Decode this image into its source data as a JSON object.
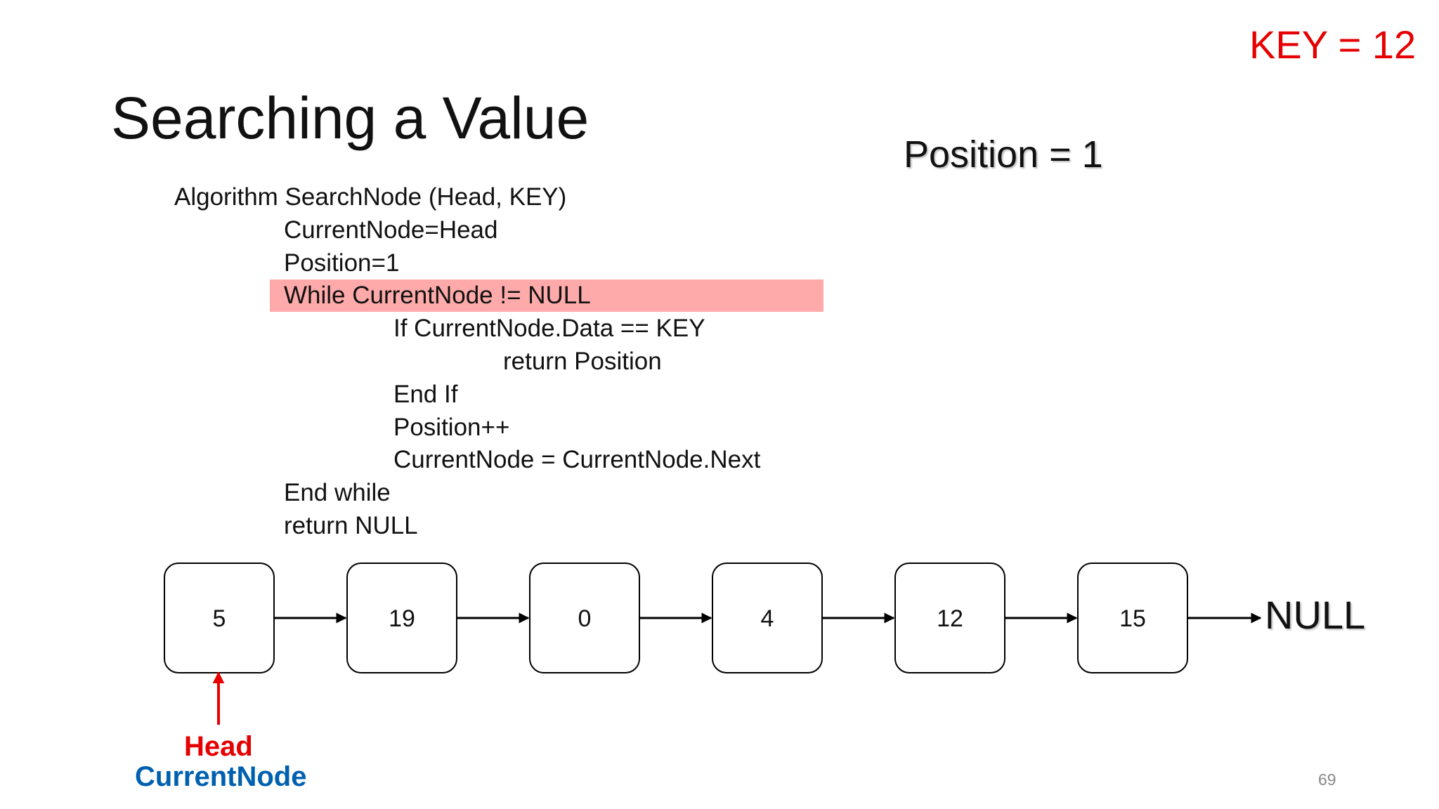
{
  "slide": {
    "title": "Searching a Value",
    "key_text": "KEY = 12",
    "position_text": "Position = 1",
    "page_number": "69"
  },
  "algorithm": {
    "lines": [
      {
        "text": "Algorithm SearchNode (Head, KEY)",
        "indent": 0,
        "highlight": false
      },
      {
        "text": "CurrentNode=Head",
        "indent": 1,
        "highlight": false
      },
      {
        "text": "Position=1",
        "indent": 1,
        "highlight": false
      },
      {
        "text": "While CurrentNode != NULL",
        "indent": 1,
        "highlight": true
      },
      {
        "text": "If CurrentNode.Data == KEY",
        "indent": 2,
        "highlight": false
      },
      {
        "text": "return Position",
        "indent": 3,
        "highlight": false
      },
      {
        "text": "End If",
        "indent": 2,
        "highlight": false
      },
      {
        "text": "Position++",
        "indent": 2,
        "highlight": false
      },
      {
        "text": "CurrentNode = CurrentNode.Next",
        "indent": 2,
        "highlight": false
      },
      {
        "text": "End while",
        "indent": 1,
        "highlight": false
      },
      {
        "text": "return NULL",
        "indent": 1,
        "highlight": false
      }
    ],
    "highlight_color": "#ffaaaa"
  },
  "linked_list": {
    "nodes": [
      "5",
      "19",
      "0",
      "4",
      "12",
      "15"
    ],
    "terminator": "NULL"
  },
  "pointers": {
    "head_label": "Head",
    "current_label": "CurrentNode",
    "head_color": "#e60000",
    "current_color": "#0060b0",
    "points_to_node_index": 0
  },
  "colors": {
    "key_color": "#e60000"
  }
}
